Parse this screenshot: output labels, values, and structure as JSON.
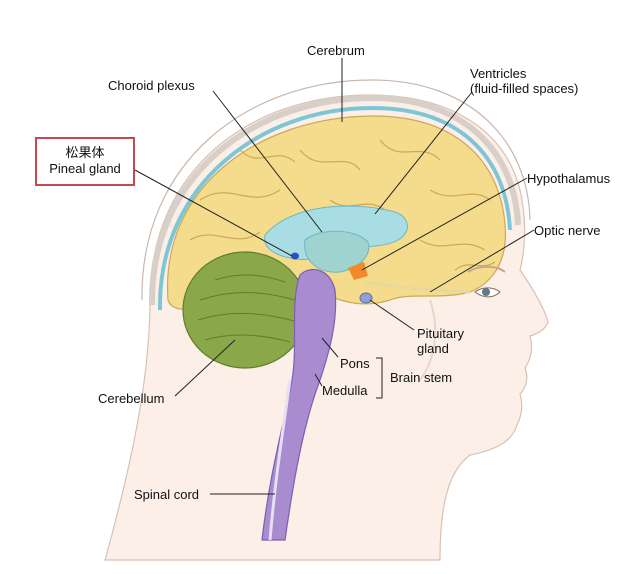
{
  "labels": {
    "cerebrum": "Cerebrum",
    "choroid_plexus": "Choroid plexus",
    "ventricles": "Ventricles",
    "ventricles_sub": "(fluid-filled spaces)",
    "hypothalamus": "Hypothalamus",
    "optic_nerve": "Optic nerve",
    "pituitary_1": "Pituitary",
    "pituitary_2": "gland",
    "pons": "Pons",
    "medulla": "Medulla",
    "brain_stem": "Brain stem",
    "cerebellum": "Cerebellum",
    "spinal_cord": "Spinal cord"
  },
  "highlight": {
    "chinese": "松果体",
    "english": "Pineal gland",
    "border_color": "#c8474a"
  },
  "colors": {
    "cerebrum": "#f5dc8c",
    "cerebellum": "#8aa84a",
    "brainstem": "#a98bd0",
    "ventricle": "#a8dde4",
    "skin": "#fbeee6"
  }
}
